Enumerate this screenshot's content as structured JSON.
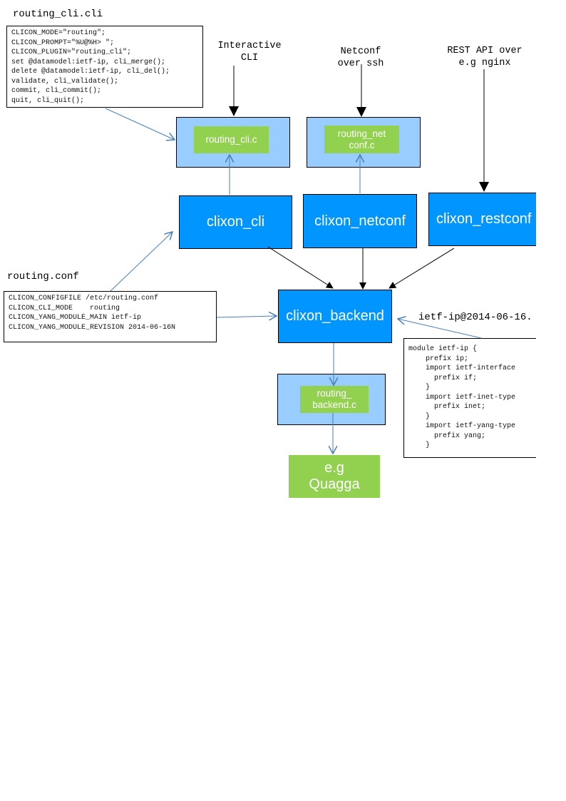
{
  "colors": {
    "component": "#0095ff",
    "plugin_container": "#99ccff",
    "plugin": "#92d050",
    "data_arrow": "#4a7ebb",
    "control_arrow": "#000000"
  },
  "cli_spec": {
    "title": "routing_cli.cli",
    "lines": [
      "CLICON_MODE=\"routing\";",
      "CLICON_PROMPT=\"%U@%H> \";",
      "CLICON_PLUGIN=\"routing_cli\";",
      "set @datamodel:ietf-ip, cli_merge();",
      "delete @datamodel:ietf-ip, cli_del();",
      "validate, cli_validate();",
      "commit, cli_commit();",
      "quit, cli_quit();"
    ]
  },
  "inputs": {
    "interactive_cli": "Interactive\nCLI",
    "netconf": "Netconf\nover ssh",
    "restapi": "REST API over\ne.g nginx"
  },
  "plugins": {
    "routing_cli": "routing_cli.c",
    "routing_netconf": "routing_net\nconf.c",
    "routing_backend": "routing_\nbackend.c"
  },
  "components": {
    "cli": "clixon_cli",
    "netconf": "clixon_netconf",
    "restconf": "clixon_restconf",
    "backend": "clixon_backend",
    "quagga": "e.g\nQuagga"
  },
  "config": {
    "title": "routing.conf",
    "lines": [
      "CLICON_CONFIGFILE /etc/routing.conf",
      "CLICON_CLI_MODE    routing",
      "CLICON_YANG_MODULE_MAIN ietf-ip",
      "CLICON_YANG_MODULE_REVISION 2014-06-16N"
    ]
  },
  "yang": {
    "title": "ietf-ip@2014-06-16.",
    "lines": [
      "module ietf-ip {",
      "    prefix ip;",
      "    import ietf-interface",
      "      prefix if;",
      "    }",
      "    import ietf-inet-type",
      "      prefix inet;",
      "    }",
      "    import ietf-yang-type",
      "      prefix yang;",
      "    }"
    ]
  }
}
